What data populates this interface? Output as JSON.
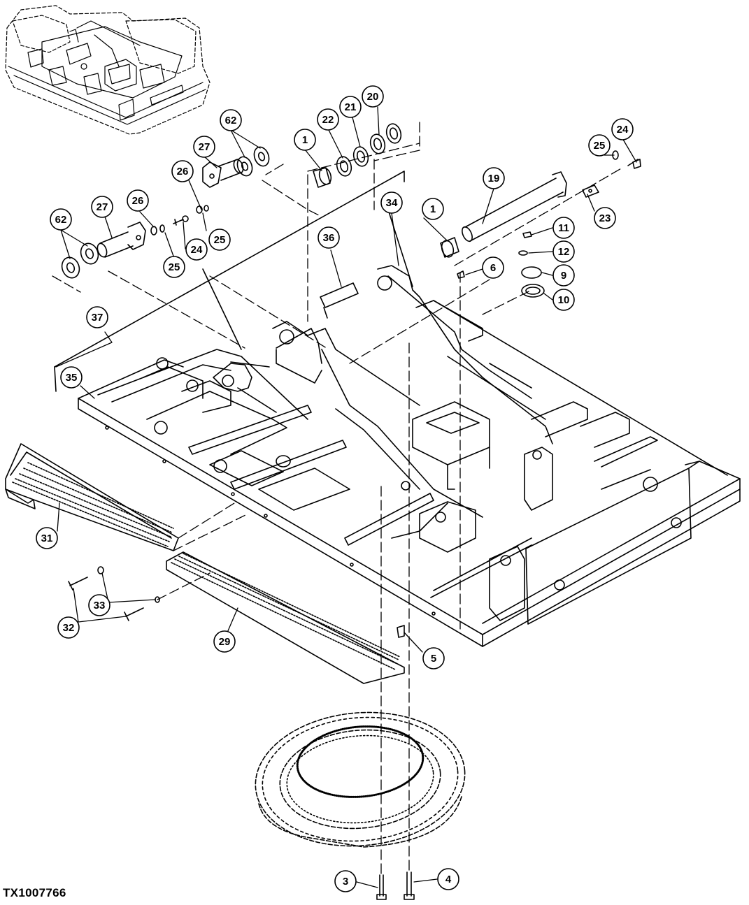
{
  "figure_id": "TX1007766",
  "callouts": [
    {
      "id": "c1a",
      "label": "1"
    },
    {
      "id": "c1b",
      "label": "1"
    },
    {
      "id": "c3",
      "label": "3"
    },
    {
      "id": "c4",
      "label": "4"
    },
    {
      "id": "c5",
      "label": "5"
    },
    {
      "id": "c6",
      "label": "6"
    },
    {
      "id": "c9",
      "label": "9"
    },
    {
      "id": "c10",
      "label": "10"
    },
    {
      "id": "c11",
      "label": "11"
    },
    {
      "id": "c12",
      "label": "12"
    },
    {
      "id": "c19",
      "label": "19"
    },
    {
      "id": "c20",
      "label": "20"
    },
    {
      "id": "c21",
      "label": "21"
    },
    {
      "id": "c22",
      "label": "22"
    },
    {
      "id": "c23",
      "label": "23"
    },
    {
      "id": "c24a",
      "label": "24"
    },
    {
      "id": "c24b",
      "label": "24"
    },
    {
      "id": "c25a",
      "label": "25"
    },
    {
      "id": "c25b",
      "label": "25"
    },
    {
      "id": "c25c",
      "label": "25"
    },
    {
      "id": "c26a",
      "label": "26"
    },
    {
      "id": "c26b",
      "label": "26"
    },
    {
      "id": "c27a",
      "label": "27"
    },
    {
      "id": "c27b",
      "label": "27"
    },
    {
      "id": "c29",
      "label": "29"
    },
    {
      "id": "c31",
      "label": "31"
    },
    {
      "id": "c32",
      "label": "32"
    },
    {
      "id": "c33",
      "label": "33"
    },
    {
      "id": "c34",
      "label": "34"
    },
    {
      "id": "c35",
      "label": "35"
    },
    {
      "id": "c36",
      "label": "36"
    },
    {
      "id": "c37",
      "label": "37"
    },
    {
      "id": "c62a",
      "label": "62"
    },
    {
      "id": "c62b",
      "label": "62"
    }
  ]
}
